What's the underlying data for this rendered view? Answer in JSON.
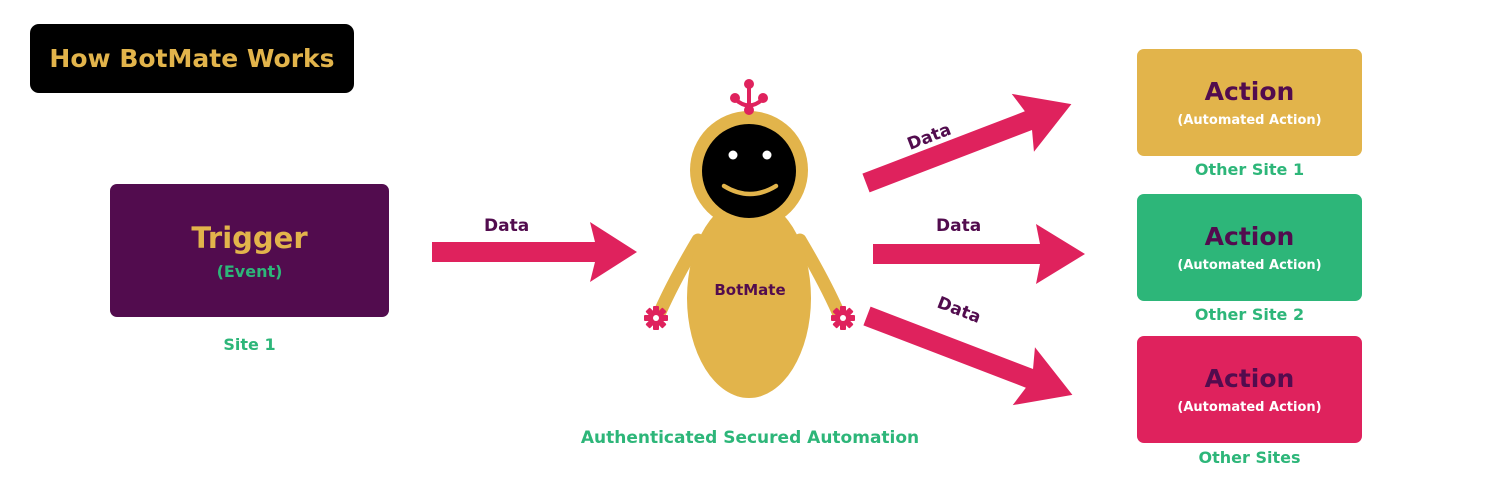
{
  "title": "How BotMate Works",
  "trigger": {
    "label": "Trigger",
    "sub": "(Event)",
    "site": "Site 1"
  },
  "bot": {
    "name": "BotMate",
    "caption": "Authenticated Secured Automation"
  },
  "arrows": {
    "label": "Data"
  },
  "actions": [
    {
      "label": "Action",
      "sub": "(Automated Action)",
      "site": "Other Site 1"
    },
    {
      "label": "Action",
      "sub": "(Automated Action)",
      "site": "Other Site 2"
    },
    {
      "label": "Action",
      "sub": "(Automated Action)",
      "site": "Other Sites"
    }
  ],
  "colors": {
    "purple": "#520C4E",
    "gold": "#E2B44B",
    "green": "#2DB679",
    "pink": "#DF225D",
    "black": "#000000"
  }
}
